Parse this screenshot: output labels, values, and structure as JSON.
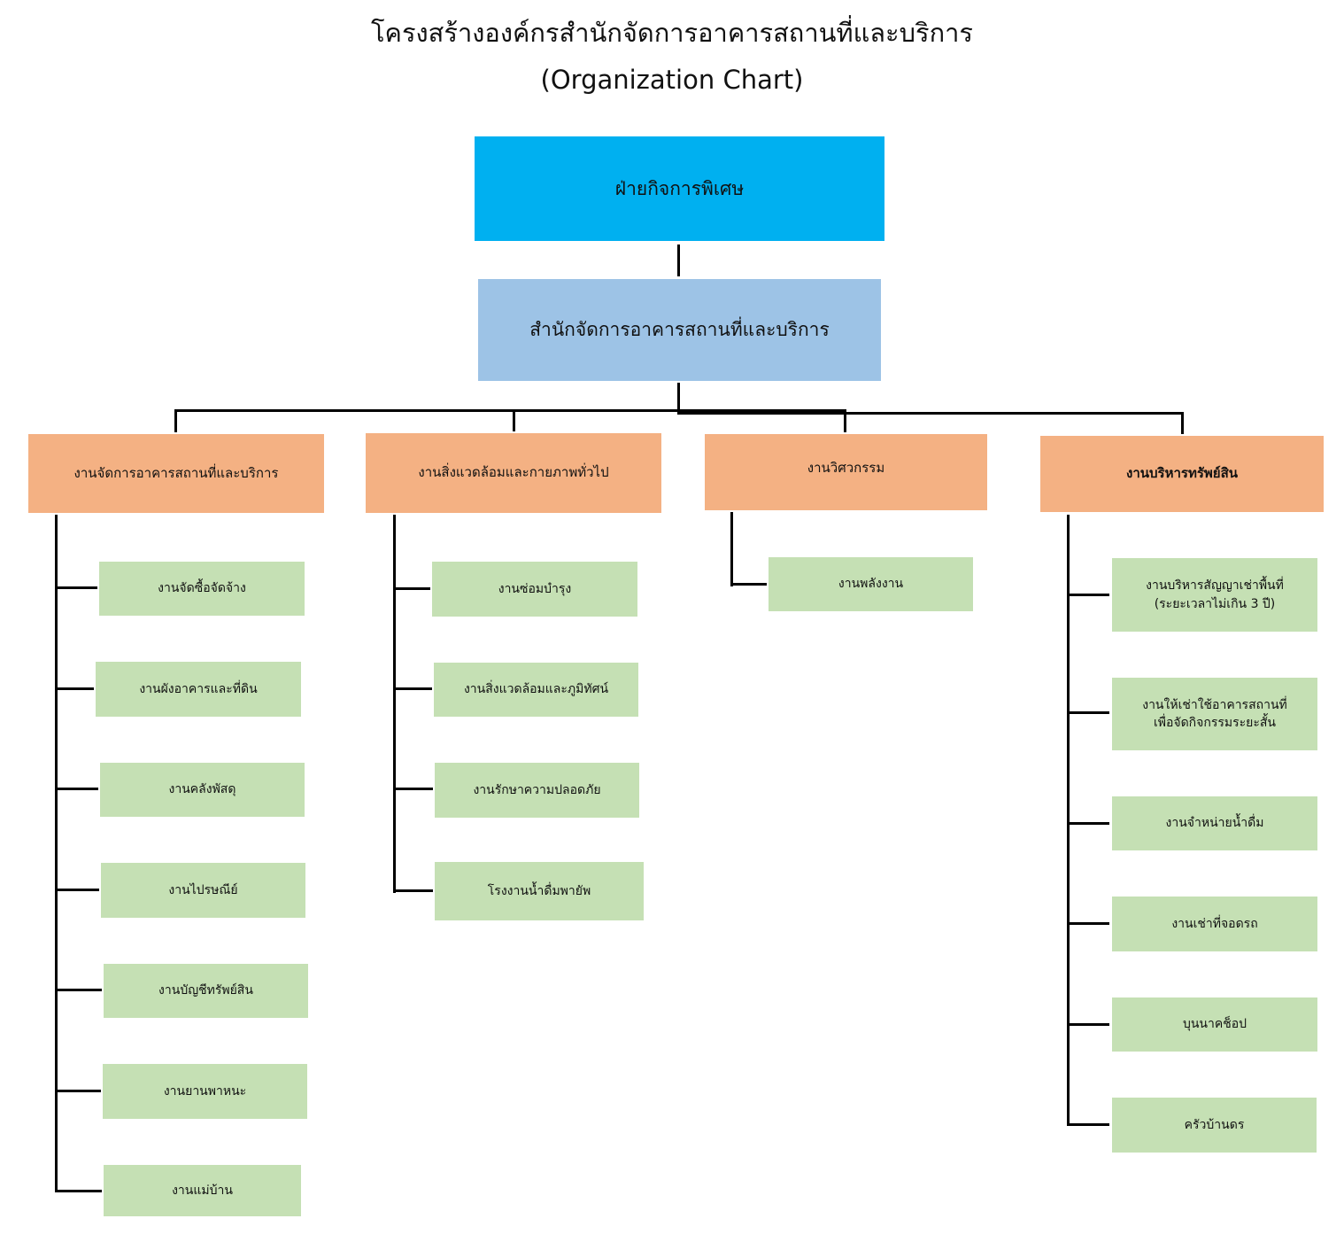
{
  "header": {
    "title_line1": "โครงสร้างองค์กรสำนักจัดการอาคารสถานที่และบริการ",
    "title_line2": "(Organization Chart)"
  },
  "colors": {
    "top": "#00B0F0",
    "mid": "#9DC3E6",
    "dept": "#F4B183",
    "unit": "#C5E0B4",
    "line": "#000000"
  },
  "org": {
    "top": {
      "label": "ฝ่ายกิจการพิเศษ"
    },
    "office": {
      "label": "สำนักจัดการอาคารสถานที่และบริการ"
    },
    "departments": [
      {
        "label": "งานจัดการอาคารสถานที่และบริการ",
        "units": [
          "งานจัดซื้อจัดจ้าง",
          "งานผังอาคารและที่ดิน",
          "งานคลังพัสดุ",
          "งานไปรษณีย์",
          "งานบัญชีทรัพย์สิน",
          "งานยานพาหนะ",
          "งานแม่บ้าน"
        ]
      },
      {
        "label": "งานสิ่งแวดล้อมและกายภาพทั่วไป",
        "units": [
          "งานซ่อมบำรุง",
          "งานสิ่งแวดล้อมและภูมิทัศน์",
          "งานรักษาความปลอดภัย",
          "โรงงานน้ำดื่มพายัพ"
        ]
      },
      {
        "label": "งานวิศวกรรม",
        "units": [
          "งานพลังงาน"
        ]
      },
      {
        "label": "งานบริหารทรัพย์สิน",
        "units": [
          "งานบริหารสัญญาเช่าพื้นที่\n(ระยะเวลาไม่เกิน 3 ปี)",
          "งานให้เช่าใช้อาคารสถานที่\nเพื่อจัดกิจกรรมระยะสั้น",
          "งานจำหน่ายน้ำดื่ม",
          "งานเช่าที่จอดรถ",
          "บุนนาคช็อป",
          "ครัวบ้านดร"
        ]
      }
    ]
  }
}
